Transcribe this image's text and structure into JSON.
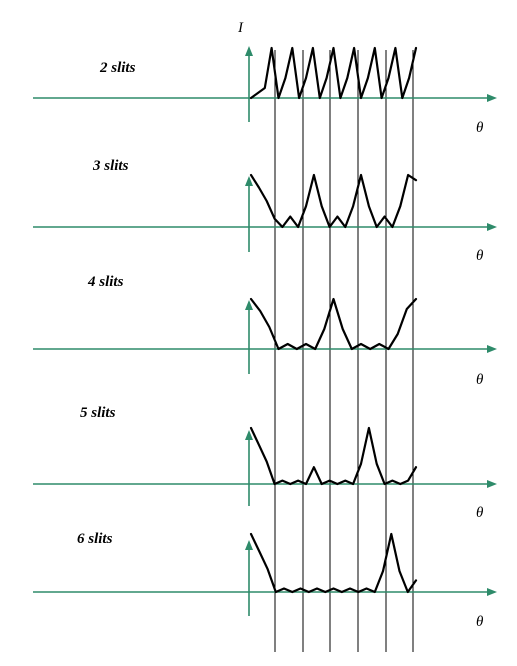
{
  "colors": {
    "axis": "#2e8b6a",
    "curve": "#000000",
    "guide": "#000000"
  },
  "intensity_axis_label": "I",
  "panels": [
    {
      "label": "2 slits",
      "theta_label": "θ",
      "curve": [
        0,
        5,
        10,
        50,
        0,
        20,
        50,
        0,
        20,
        50,
        0,
        20,
        50,
        0,
        20,
        50,
        0,
        20,
        50,
        0,
        20,
        50,
        0,
        20,
        50
      ]
    },
    {
      "label": "3 slits",
      "theta_label": "θ",
      "curve": [
        50,
        38,
        25,
        8,
        0,
        10,
        0,
        20,
        50,
        20,
        0,
        10,
        0,
        20,
        50,
        20,
        0,
        10,
        0,
        20,
        50,
        45
      ]
    },
    {
      "label": "4 slits",
      "theta_label": "θ",
      "curve": [
        50,
        38,
        22,
        0,
        5,
        0,
        5,
        0,
        20,
        50,
        20,
        0,
        5,
        0,
        5,
        0,
        15,
        40,
        50
      ]
    },
    {
      "label": "5 slits",
      "theta_label": "θ",
      "curve": [
        50,
        35,
        20,
        0,
        3,
        0,
        3,
        0,
        15,
        0,
        3,
        0,
        3,
        0,
        18,
        50,
        18,
        0,
        3,
        0,
        3,
        15
      ]
    },
    {
      "label": "6 slits",
      "theta_label": "θ",
      "curve": [
        50,
        35,
        20,
        0,
        3,
        0,
        3,
        0,
        3,
        0,
        3,
        0,
        3,
        0,
        3,
        0,
        18,
        50,
        18,
        0,
        10
      ]
    }
  ]
}
